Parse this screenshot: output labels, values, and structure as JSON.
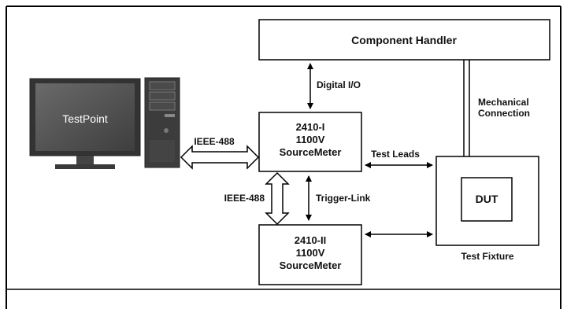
{
  "blocks": {
    "component_handler": "Component Handler",
    "smu1": [
      "2410-I",
      "1100V",
      "SourceMeter"
    ],
    "smu2": [
      "2410-II",
      "1100V",
      "SourceMeter"
    ],
    "dut": "DUT",
    "test_fixture": "Test Fixture",
    "computer_screen": "TestPoint"
  },
  "connections": {
    "digital_io": "Digital I/O",
    "mechanical": [
      "Mechanical",
      "Connection"
    ],
    "ieee_488_pc": "IEEE-488",
    "ieee_488_smu": "IEEE-488",
    "test_leads": "Test Leads",
    "trigger_link": "Trigger-Link"
  },
  "colors": {
    "border": "#000000",
    "monitor_dark": "#3a3a3a",
    "monitor_screen": "#555555",
    "tower": "#444444"
  }
}
